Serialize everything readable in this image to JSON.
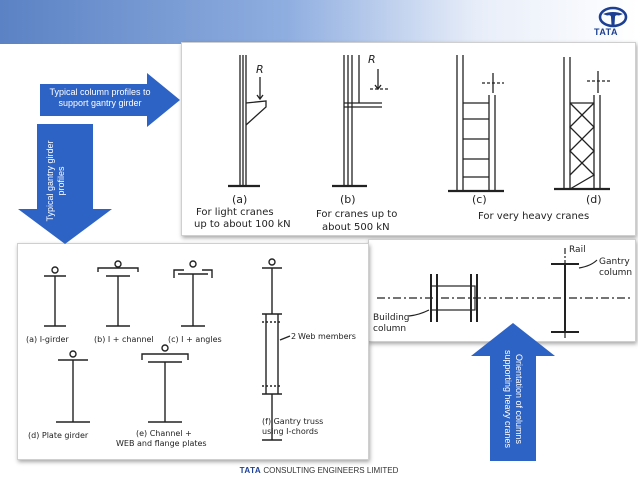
{
  "header": {
    "logo_text": "TATA"
  },
  "callouts": {
    "column_profiles": "Typical column profiles to support gantry girder",
    "girder_profiles_line1": "Typical gantry girder",
    "girder_profiles_line2": "profiles",
    "orientation_line1": "Orientation of columns",
    "orientation_line2": "supporting heavy cranes"
  },
  "column_figure": {
    "load_label": "R",
    "fig_a": "(a)",
    "fig_b": "(b)",
    "fig_c": "(c)",
    "fig_d": "(d)",
    "caption_a_line1": "For light cranes",
    "caption_a_line2": "up to about 100 kN",
    "caption_b_line1": "For cranes up to",
    "caption_b_line2": "about 500 kN",
    "caption_cd": "For very heavy cranes"
  },
  "girder_figure": {
    "a": "(a) I-girder",
    "b": "(b) I + channel",
    "c": "(c) I + angles",
    "d": "(d) Plate girder",
    "e_line1": "(e) Channel +",
    "e_line2": "WEB and flange plates",
    "f_line1": "(f) Gantry truss",
    "f_line2": "using I-chords",
    "web_members": "Web members",
    "web_count": "2"
  },
  "orientation_figure": {
    "rail": "Rail",
    "gantry_line1": "Gantry",
    "gantry_line2": "column",
    "building_line1": "Building",
    "building_line2": "column"
  },
  "footer": {
    "brand": "TATA",
    "company": "CONSULTING ENGINEERS LIMITED"
  },
  "colors": {
    "arrow_blue": "#2e63c6",
    "header_blue": "#5b82c4",
    "brand_blue": "#1c3f94"
  }
}
